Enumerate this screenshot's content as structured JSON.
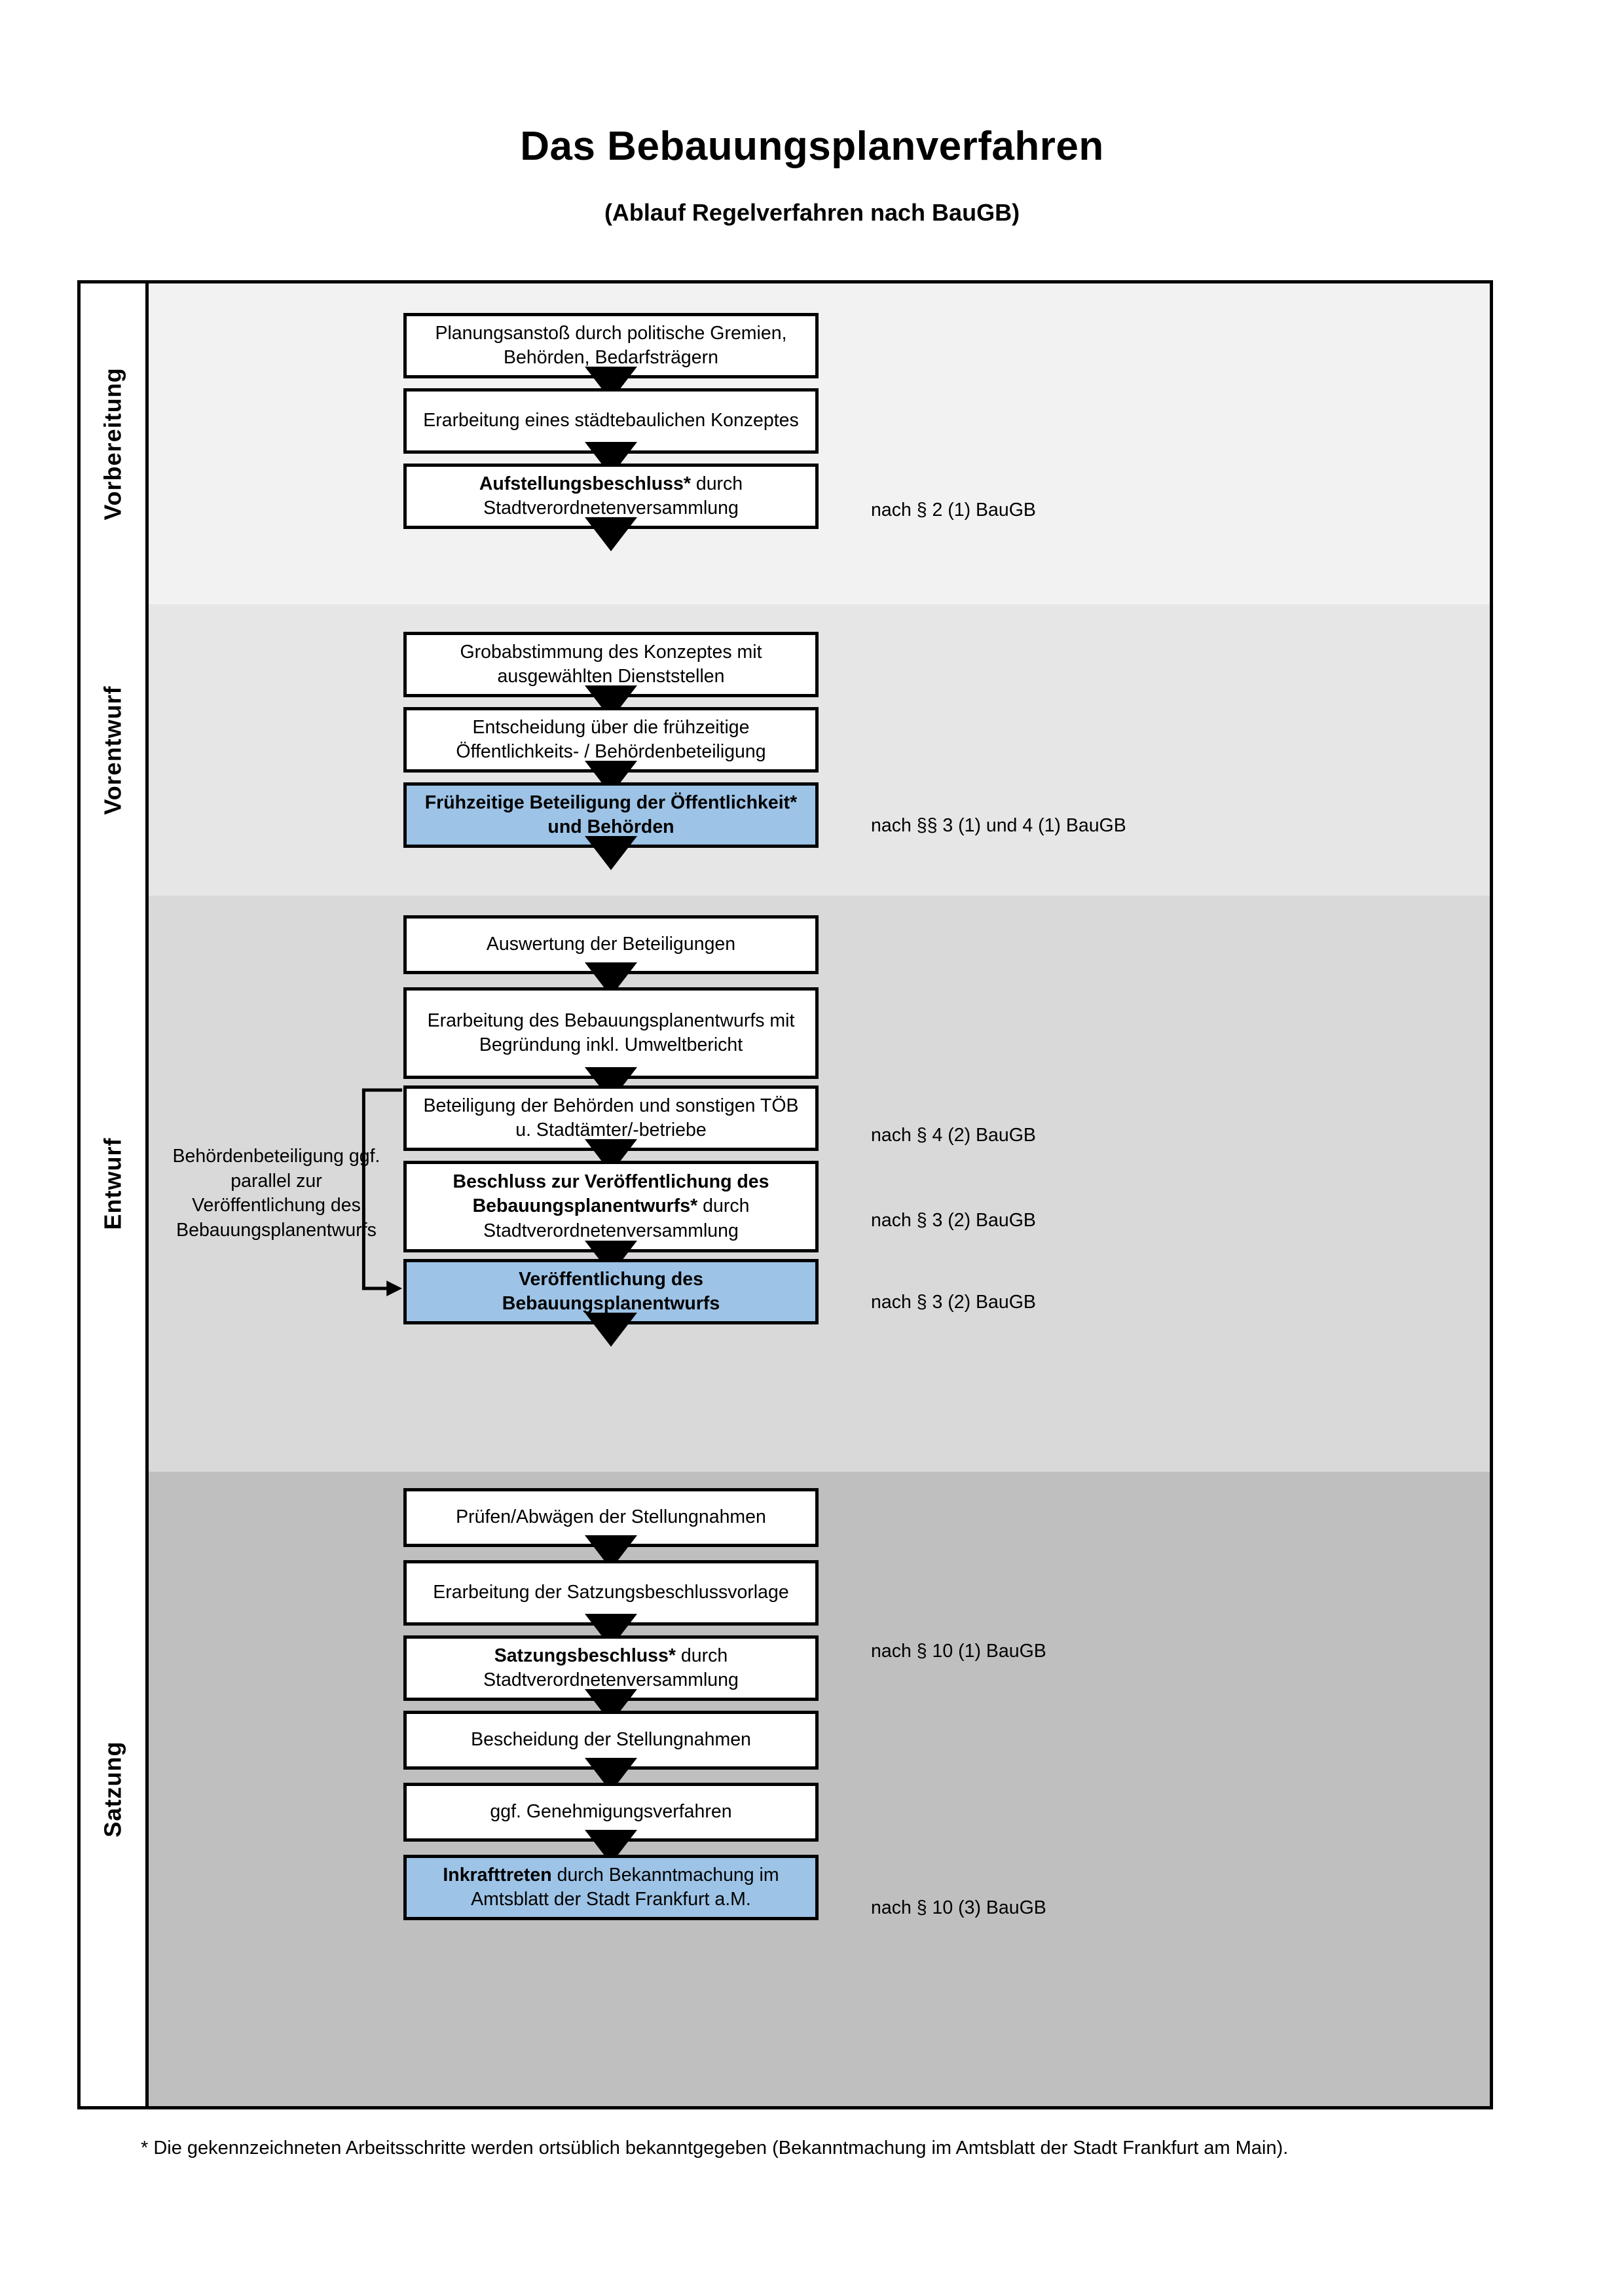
{
  "header": {
    "title": "Das Bebauungsplanverfahren",
    "subtitle": "(Ablauf Regelverfahren nach BauGB)"
  },
  "colors": {
    "highlight": "#9dc3e6",
    "band_vorbereitung": "#f2f2f2",
    "band_vorentwurf": "#e6e6e6",
    "band_entwurf": "#d9d9d9",
    "band_satzung": "#bfbfbf",
    "line": "#000000"
  },
  "phases": [
    {
      "id": "vorbereitung",
      "label": "Vorbereitung",
      "steps": [
        {
          "id": "planungsanstoss",
          "text": "Planungsanstoß durch politische Gremien, Behörden, Bedarfsträgern",
          "bold_prefix": "",
          "highlight": false
        },
        {
          "id": "konzept",
          "text": "Erarbeitung eines städtebaulichen Konzeptes",
          "bold_prefix": "",
          "highlight": false
        },
        {
          "id": "aufstellungsbeschluss",
          "text": "durch Stadtverordnetenversammlung",
          "bold_prefix": "Aufstellungsbeschluss*",
          "highlight": false
        }
      ],
      "legal_refs": [
        {
          "id": "ref-par2-1",
          "text": "nach § 2 (1) BauGB"
        }
      ]
    },
    {
      "id": "vorentwurf",
      "label": "Vorentwurf",
      "steps": [
        {
          "id": "grobabstimmung",
          "text": "Grobabstimmung des Konzeptes mit ausgewählten Dienststellen",
          "bold_prefix": "",
          "highlight": false
        },
        {
          "id": "entscheidung-fruehzeitig",
          "text": "Entscheidung über die frühzeitige Öffentlichkeits- / Behördenbeteiligung",
          "bold_prefix": "",
          "highlight": false
        },
        {
          "id": "fruehzeitige-beteiligung",
          "text": "Frühzeitige Beteiligung der Öffentlichkeit* und Behörden",
          "bold_prefix": "",
          "highlight": true,
          "all_bold": true
        }
      ],
      "legal_refs": [
        {
          "id": "ref-par3-1-4-1",
          "text": "nach §§ 3 (1) und 4 (1) BauGB"
        }
      ]
    },
    {
      "id": "entwurf",
      "label": "Entwurf",
      "side_note": "Behördenbeteiligung ggf. parallel zur Veröffentlichung des Bebauungsplanentwurfs",
      "steps": [
        {
          "id": "auswertung",
          "text": "Auswertung der Beteiligungen",
          "bold_prefix": "",
          "highlight": false
        },
        {
          "id": "erarbeitung-entwurf",
          "text": "Erarbeitung des Bebauungsplanentwurfs mit Begründung inkl. Umweltbericht",
          "bold_prefix": "",
          "highlight": false
        },
        {
          "id": "beteiligung-behoerden",
          "text": "Beteiligung der Behörden und sonstigen TÖB u. Stadtämter/-betriebe",
          "bold_prefix": "",
          "highlight": false
        },
        {
          "id": "beschluss-veroeffentlichung",
          "text": "durch Stadtverordnetenversammlung",
          "bold_prefix": "Beschluss zur Veröffentlichung des Bebauungsplanentwurfs*",
          "highlight": false
        },
        {
          "id": "veroeffentlichung",
          "text": "Veröffentlichung des Bebauungsplanentwurfs",
          "bold_prefix": "",
          "highlight": true,
          "all_bold": true
        }
      ],
      "legal_refs": [
        {
          "id": "ref-par4-2",
          "text": "nach § 4 (2) BauGB"
        },
        {
          "id": "ref-par3-2-a",
          "text": "nach § 3 (2) BauGB"
        },
        {
          "id": "ref-par3-2-b",
          "text": "nach § 3 (2) BauGB"
        }
      ]
    },
    {
      "id": "satzung",
      "label": "Satzung",
      "steps": [
        {
          "id": "pruefen-abwaegen",
          "text": "Prüfen/Abwägen der Stellungnahmen",
          "bold_prefix": "",
          "highlight": false
        },
        {
          "id": "satzungsbeschlussvorlage",
          "text": "Erarbeitung der Satzungsbeschlussvorlage",
          "bold_prefix": "",
          "highlight": false
        },
        {
          "id": "satzungsbeschluss",
          "text": "durch Stadtverordnetenversammlung",
          "bold_prefix": "Satzungsbeschluss*",
          "highlight": false
        },
        {
          "id": "bescheidung",
          "text": "Bescheidung der Stellungnahmen",
          "bold_prefix": "",
          "highlight": false
        },
        {
          "id": "genehmigungsverfahren",
          "text": "ggf. Genehmigungsverfahren",
          "bold_prefix": "",
          "highlight": false
        },
        {
          "id": "inkrafttreten",
          "text": "durch Bekanntmachung im Amtsblatt der Stadt Frankfurt a.M.",
          "bold_prefix": "Inkrafttreten",
          "highlight": true
        }
      ],
      "legal_refs": [
        {
          "id": "ref-par10-1",
          "text": "nach § 10 (1) BauGB"
        },
        {
          "id": "ref-par10-3",
          "text": "nach § 10 (3) BauGB"
        }
      ]
    }
  ],
  "footnote": "* Die gekennzeichneten Arbeitsschritte werden ortsüblich bekanntgegeben (Bekanntmachung im Amtsblatt  der Stadt Frankfurt am Main)."
}
